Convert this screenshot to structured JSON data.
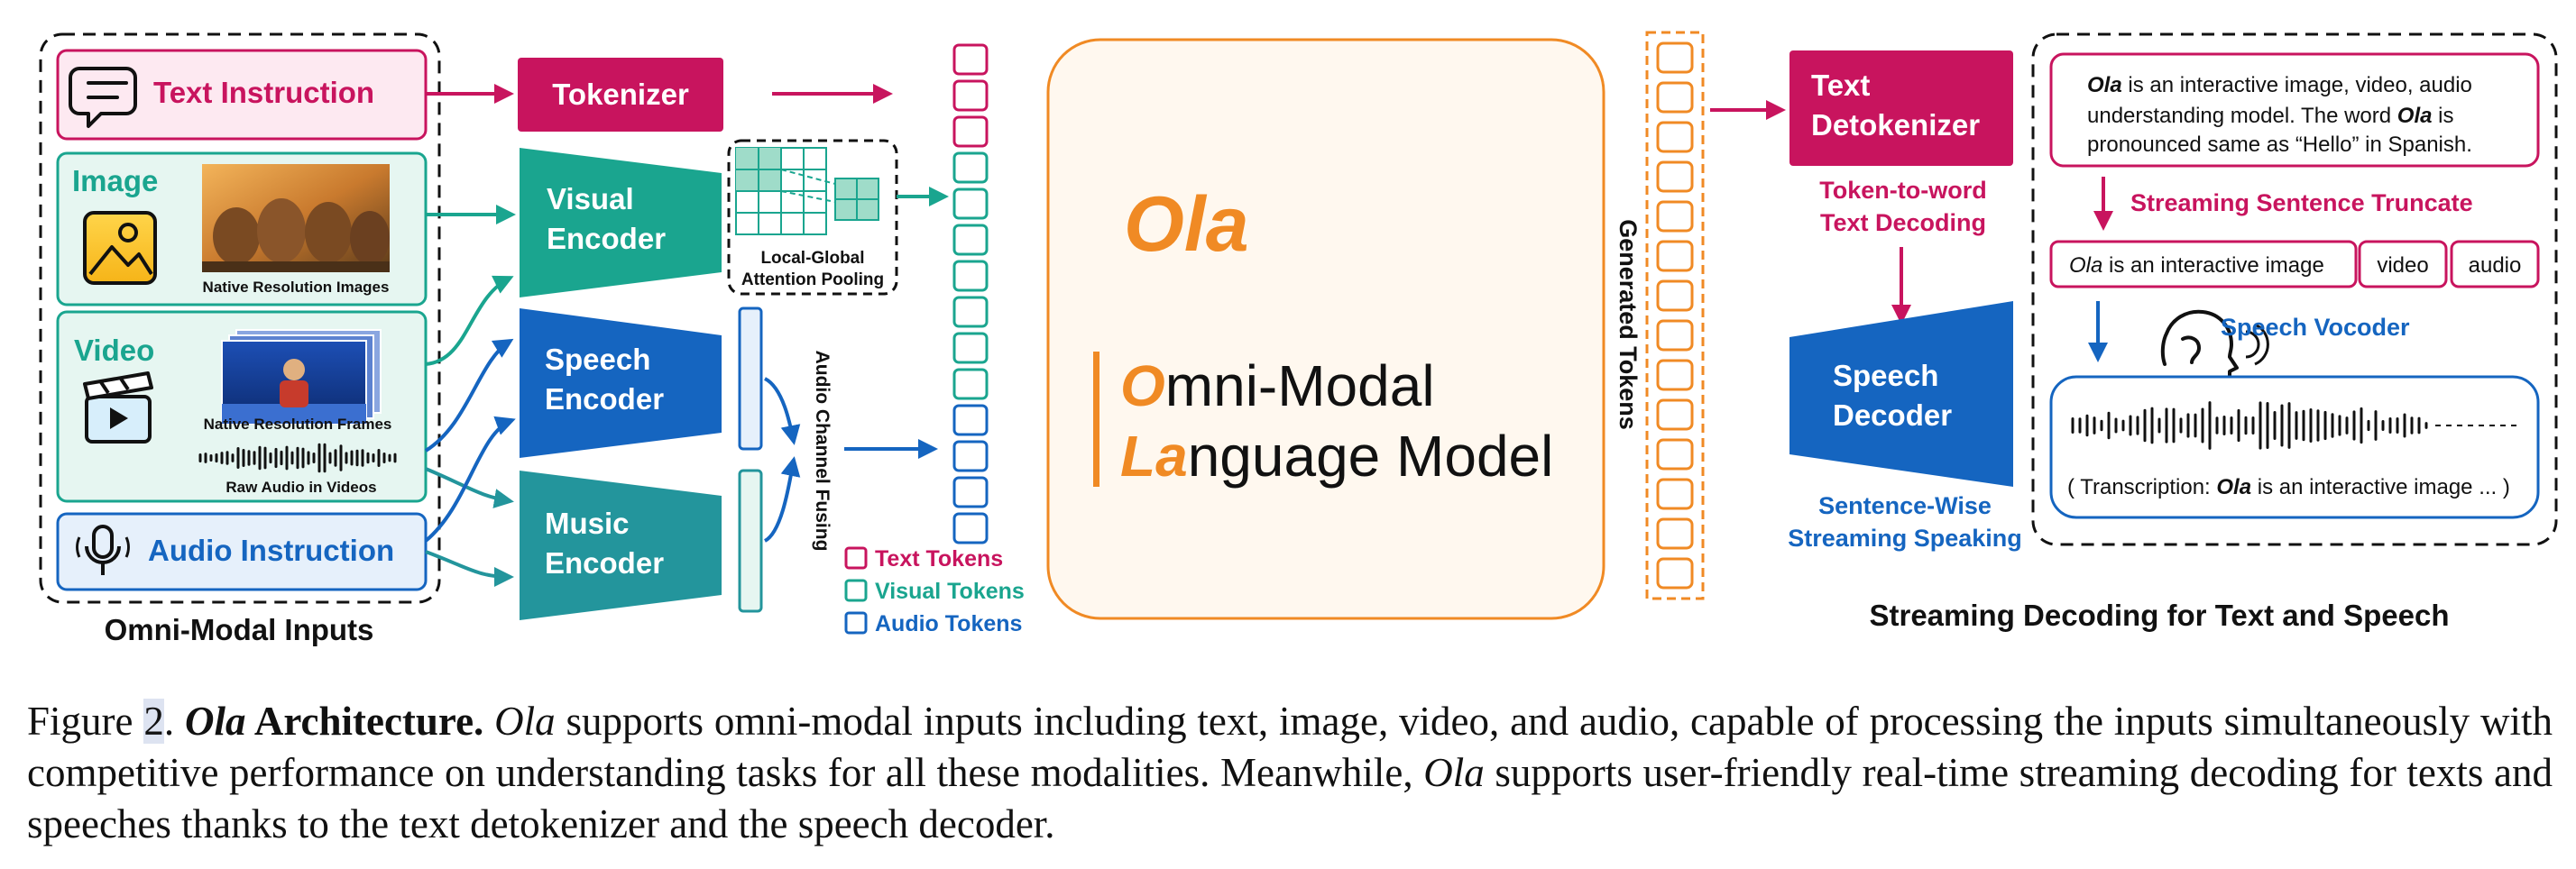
{
  "colors": {
    "text": "#c8145e",
    "visual": "#1aa58f",
    "audio": "#1565c0",
    "music": "#23959c",
    "ola": "#f08a24",
    "dark": "#111111"
  },
  "inputs": {
    "group_label": "Omni-Modal Inputs",
    "text_instruction": "Text Instruction",
    "image": "Image",
    "image_caption": "Native Resolution Images",
    "video": "Video",
    "video_caption": "Native Resolution Frames",
    "audio_caption": "Raw Audio in Videos",
    "audio_instruction": "Audio Instruction"
  },
  "encoders": {
    "tokenizer": "Tokenizer",
    "visual_1": "Visual",
    "visual_2": "Encoder",
    "speech_1": "Speech",
    "speech_2": "Encoder",
    "music_1": "Music",
    "music_2": "Encoder"
  },
  "pooling": {
    "line1": "Local-Global",
    "line2": "Attention Pooling"
  },
  "fusing_label": "Audio Channel Fusing",
  "legend": {
    "text_tokens": "Text Tokens",
    "visual_tokens": "Visual Tokens",
    "audio_tokens": "Audio Tokens"
  },
  "model": {
    "name": "Ola",
    "line1_initial": "O",
    "line1_rest": "mni-Modal",
    "line2_initial": "La",
    "line2_rest": "nguage Model"
  },
  "generated_tokens": "Generated Tokens",
  "decoding": {
    "detok_1": "Text",
    "detok_2": "Detokenizer",
    "token_word_1": "Token-to-word",
    "token_word_2": "Text Decoding",
    "speech_dec_1": "Speech",
    "speech_dec_2": "Decoder",
    "sentence_wise_1": "Sentence-Wise",
    "sentence_wise_2": "Streaming Speaking",
    "output_ola": "Ola",
    "output_line1_rest": " is an interactive image, video, audio",
    "output_line2a": "understanding model. The word ",
    "output_line2_ola": "Ola",
    "output_line2b": " is",
    "output_line3": "pronounced same as  “Hello” in Spanish.",
    "truncate_label": "Streaming Sentence Truncate",
    "chunk1_ola": "Ola",
    "chunk1_rest": " is an interactive image",
    "chunk2": "video",
    "chunk3": "audio",
    "vocoder_label": "Speech Vocoder",
    "transcription_a": "( Transcription: ",
    "transcription_ola": "Ola",
    "transcription_b": " is an interactive image ... )",
    "group_label": "Streaming Decoding for Text and Speech"
  },
  "caption": {
    "prefix": "Figure ",
    "fig_num": "2",
    "dot": ". ",
    "title_ola": "Ola",
    "title_rest": " Architecture.",
    "body_ola1": "Ola",
    "body_1": " supports omni-modal inputs including text, image, video, and audio, capable of processing the inputs simultaneously with competitive performance on understanding tasks for all these modalities.  Meanwhile, ",
    "body_ola2": "Ola",
    "body_2": " supports user-friendly real-time streaming decoding for texts and speeches thanks to the text detokenizer and the speech decoder."
  }
}
